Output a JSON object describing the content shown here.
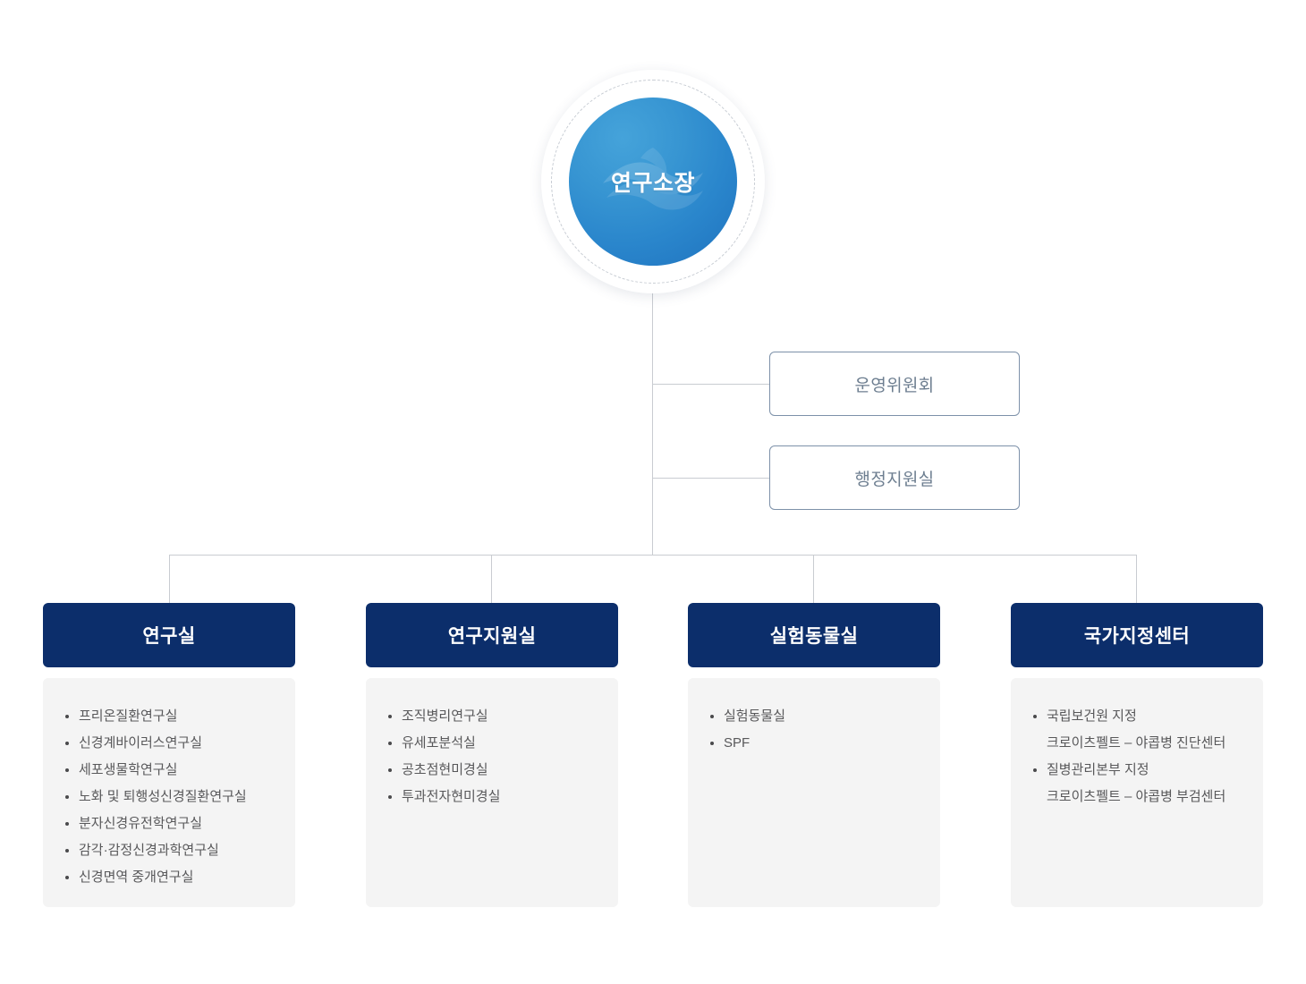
{
  "director": {
    "label": "연구소장",
    "icon": "wave-logo-watermark",
    "circle_gradient_from": "#45a3da",
    "circle_gradient_to": "#1f72be"
  },
  "side_boxes": [
    {
      "label": "운영위원회"
    },
    {
      "label": "행정지원실"
    }
  ],
  "departments": [
    {
      "title": "연구실",
      "items": [
        {
          "line1": "프리온질환연구실"
        },
        {
          "line1": "신경계바이러스연구실"
        },
        {
          "line1": "세포생물학연구실"
        },
        {
          "line1": "노화 및 퇴행성신경질환연구실"
        },
        {
          "line1": "분자신경유전학연구실"
        },
        {
          "line1": "감각·감정신경과학연구실"
        },
        {
          "line1": "신경면역 중개연구실"
        }
      ]
    },
    {
      "title": "연구지원실",
      "items": [
        {
          "line1": "조직병리연구실"
        },
        {
          "line1": "유세포분석실"
        },
        {
          "line1": "공초점현미경실"
        },
        {
          "line1": "투과전자현미경실"
        }
      ]
    },
    {
      "title": "실험동물실",
      "items": [
        {
          "line1": "실험동물실"
        },
        {
          "line1": "SPF"
        }
      ]
    },
    {
      "title": "국가지정센터",
      "items": [
        {
          "line1": "국립보건원 지정",
          "line2": "크로이츠펠트 – 야콥병 진단센터"
        },
        {
          "line1": "질병관리본부 지정",
          "line2": "크로이츠펠트 – 야콥병 부검센터"
        }
      ]
    }
  ],
  "colors": {
    "header_navy": "#0c2e6b",
    "panel_gray": "#f4f4f4",
    "line_gray": "#c9ccd1",
    "side_box_border": "#7d91a9",
    "side_box_text": "#6d7e90",
    "list_text": "#58585a"
  }
}
